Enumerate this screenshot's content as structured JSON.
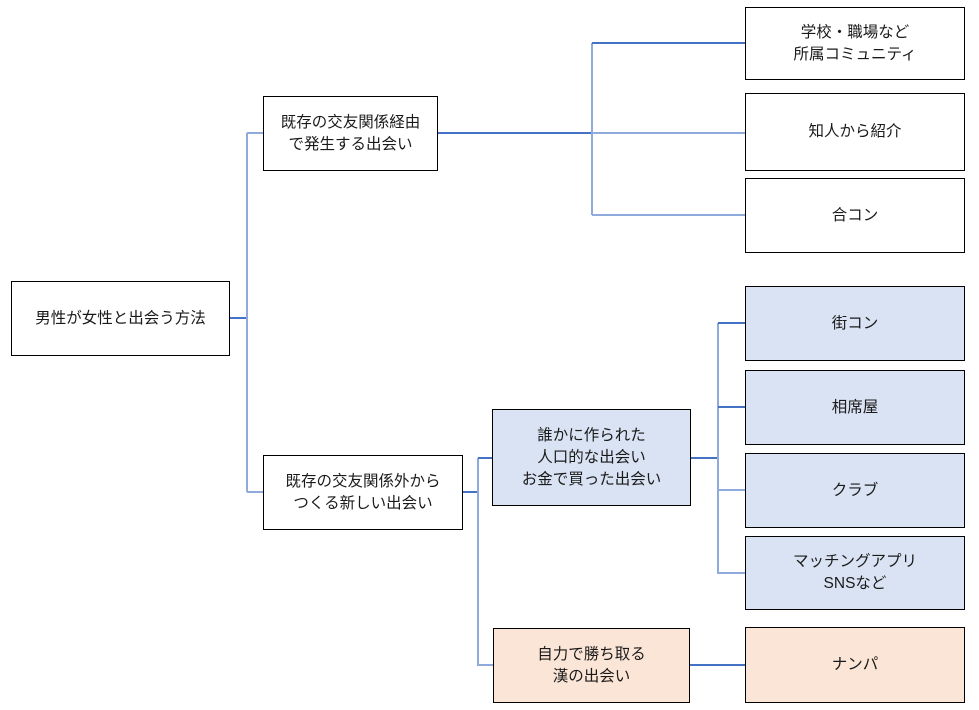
{
  "diagram": {
    "root": {
      "label": "男性が女性と出会う方法"
    },
    "branches": [
      {
        "label": "既存の交友関係経由\nで発生する出会い",
        "children": [
          {
            "label": "学校・職場など\n所属コミュニティ"
          },
          {
            "label": "知人から紹介"
          },
          {
            "label": "合コン"
          }
        ]
      },
      {
        "label": "既存の交友関係外から\nつくる新しい出会い",
        "children": [
          {
            "label": "誰かに作られた\n人口的な出会い\nお金で買った出会い",
            "children": [
              {
                "label": "街コン"
              },
              {
                "label": "相席屋"
              },
              {
                "label": "クラブ"
              },
              {
                "label": "マッチングアプリ\nSNSなど"
              }
            ]
          },
          {
            "label": "自力で勝ち取る\n漢の出会い",
            "children": [
              {
                "label": "ナンパ"
              }
            ]
          }
        ]
      }
    ]
  },
  "colors": {
    "fill_white": "#ffffff",
    "fill_blue": "#dae3f3",
    "fill_peach": "#fbe5d6",
    "line_dark": "#4472c4",
    "line_light": "#8faadc",
    "box_border": "#000000",
    "text": "#1a1a1a"
  }
}
